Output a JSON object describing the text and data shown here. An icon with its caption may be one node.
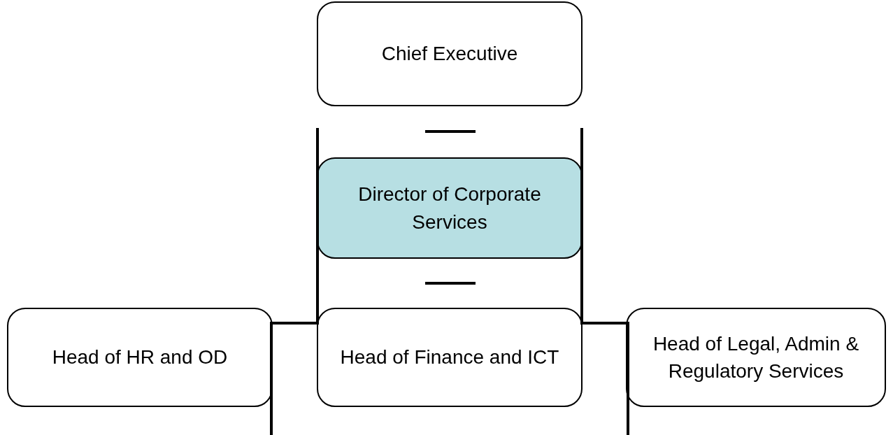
{
  "diagram": {
    "nodes": [
      {
        "text": [
          "Chief Executive"
        ]
      },
      {
        "text": [
          "Director of Corporate Services"
        ]
      },
      {
        "text": [
          "Head of HR and OD"
        ]
      },
      {
        "text": [
          "Head of Finance and ICT"
        ]
      },
      {
        "text": [
          "Head of Legal, Admin & Regulatory Services"
        ]
      }
    ],
    "edges": [
      {
        "from": 0,
        "to": 1,
        "arrow": "none"
      },
      {
        "from": 1,
        "to": 3,
        "arrow": "none"
      },
      {
        "from": 1,
        "to": 2,
        "arrow": "none"
      },
      {
        "from": 1,
        "to": 4,
        "arrow": "none"
      }
    ]
  }
}
